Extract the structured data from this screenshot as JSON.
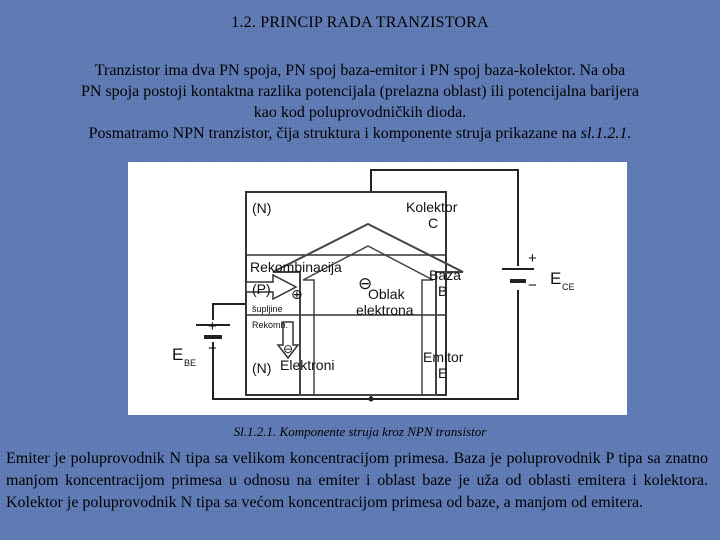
{
  "slide": {
    "title": "1.2. PRINCIP RADA TRANZISTORA",
    "intro_lines": [
      "Tranzistor ima dva PN spoja, PN spoj baza-emitor i PN spoj baza-kolektor. Na oba",
      "PN spoja postoji kontaktna razlika potencijala (prelazna oblast) ili potencijalna barijera",
      "kao kod poluprovodničkih dioda."
    ],
    "intro_second": "Posmatramo NPN tranzistor, čija struktura i komponente struja prikazane na ",
    "intro_ref": "sl.1.2.1.",
    "caption": "Sl.1.2.1. Komponente struja kroz NPN transistor",
    "body": "Emiter je poluprovodnik N tipa sa velikom koncentracijom primesa. Baza je poluprovodnik P tipa sa znatno manjom koncentracijom primesa u odnosu na emiter i oblast baze je uža od oblasti emitera i kolektora. Kolektor je poluprovodnik N tipa sa većom koncentracijom primesa od baze, a manjom od emitera."
  },
  "figure": {
    "collector_type": "(N)",
    "collector_label": "Kolektor",
    "collector_letter": "C",
    "base_type": "(P)",
    "base_label": "Baza",
    "base_letter": "B",
    "emitter_type": "(N)",
    "emitter_label": "Emitor",
    "emitter_letter": "E",
    "recombination": "Rekombinacija",
    "electrons": "Elektroni",
    "cloud_line1": "Oblak",
    "cloud_line2": "elektrona",
    "holes_label": "šupljine",
    "recomb_small": "Rekomb.",
    "ebe": "E",
    "ebe_sub": "BE",
    "ece": "E",
    "ece_sub": "CE",
    "plus": "+",
    "minus": "−",
    "electron_symbol": "⊖",
    "hole_symbol": "⊕"
  }
}
